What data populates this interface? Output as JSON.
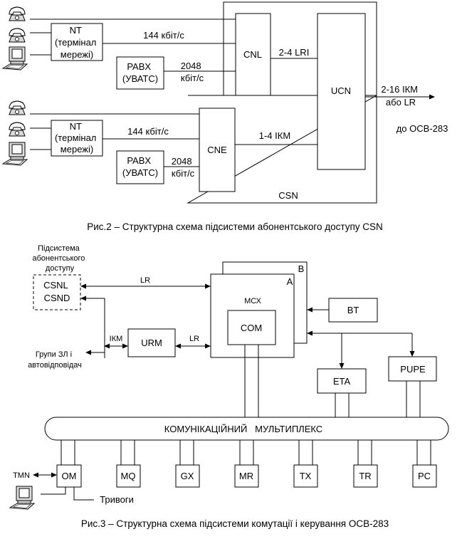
{
  "fig2": {
    "nt1": {
      "line1": "NT",
      "line2": "(термінал",
      "line3": "мережі)"
    },
    "nt2": {
      "line1": "NT",
      "line2": "(термінал",
      "line3": "мережі)"
    },
    "pabx1": {
      "line1": "PABX",
      "line2": "(УВАТС)"
    },
    "pabx2": {
      "line1": "PABX",
      "line2": "(УВАТС)"
    },
    "cnl": "CNL",
    "cne": "CNE",
    "ucn": "UCN",
    "csn": "CSN",
    "rate144_top": "144 кбіт/с",
    "rate144_bottom": "144 кбіт/с",
    "rate2048_top": {
      "line1": "2048",
      "line2": "кбіт/с"
    },
    "rate2048_bottom": {
      "line1": "2048",
      "line2": "кбіт/с"
    },
    "lri": "2-4 LRI",
    "ikm14": "1-4 ІКМ",
    "out_line1": "2-16 ІКМ",
    "out_line2": "або LR",
    "to_osv": "до OCB-283",
    "caption": "Рис.2 – Структурна схема підсистеми абонентського доступу CSN"
  },
  "fig3": {
    "subsystem": {
      "line1": "Підсистема",
      "line2": "абонентського",
      "line3": "доступу"
    },
    "csnl": "CSNL",
    "csnd": "CSND",
    "lr_top": "LR",
    "lr_mid": "LR",
    "ikm": "ІКМ",
    "urm": "URM",
    "groups": {
      "line1": "Групи ЗЛ і",
      "line2": "автовідповідач"
    },
    "label_b": "B",
    "label_a": "A",
    "mcx": "МСХ",
    "com": "COM",
    "bt": "BT",
    "eta": "ETA",
    "pupe": "PUPE",
    "multiplex": "КОМУНІКАЦІЙНИЙ   МУЛЬТИПЛЕКС",
    "tmn": "TMN",
    "om": "OM",
    "mq": "MQ",
    "gx": "GX",
    "mr": "MR",
    "tx": "TX",
    "tr": "TR",
    "pc": "PC",
    "alarms": "Тривоги",
    "caption": "Рис.3 – Структурна схема підсистеми комутації і керування OCB-283"
  },
  "icons": [
    "telephone-icon",
    "computer-terminal-icon",
    "arrow-icon"
  ]
}
